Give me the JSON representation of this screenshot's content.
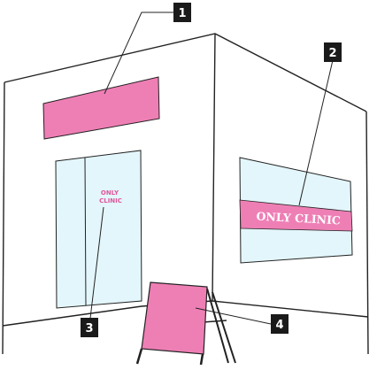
{
  "colors": {
    "outline": "#222222",
    "pink": "#ee7fb5",
    "glass": "#e3f6fb",
    "door_text": "#e0559a",
    "callout_bg": "#1a1a1a"
  },
  "callouts": [
    {
      "number": "1",
      "target": "facade-sign-board"
    },
    {
      "number": "2",
      "target": "window-banner"
    },
    {
      "number": "3",
      "target": "door-lettering"
    },
    {
      "number": "4",
      "target": "a-frame-sign"
    }
  ],
  "window_banner": {
    "text": "ONLY CLINIC"
  },
  "door_lettering": {
    "line1": "ONLY",
    "line2": "CLINIC"
  }
}
